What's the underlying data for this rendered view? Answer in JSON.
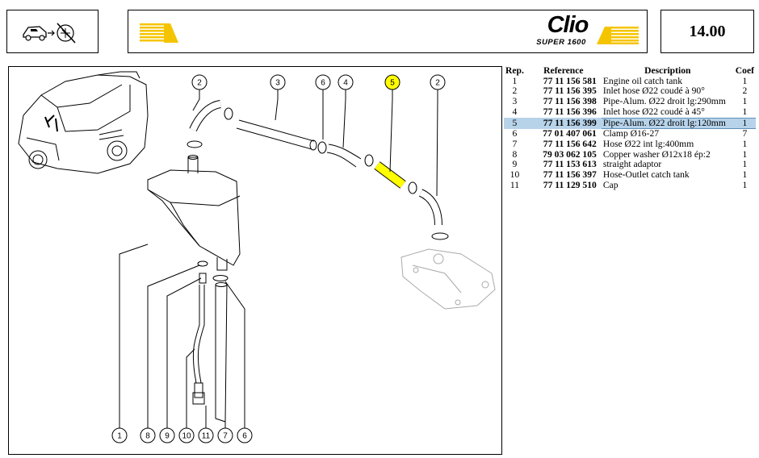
{
  "header": {
    "brand": "Clio",
    "model": "SUPER 1600",
    "section_number": "14.00"
  },
  "icons": {
    "header_icon": "car-engine-no-smoking-icon",
    "banner_stripes": "yellow-stripes-icon"
  },
  "colors": {
    "highlight_row": "#b7d3ea",
    "highlight_part": "#ffff00",
    "stripe_yellow": "#f5c400"
  },
  "table": {
    "columns": [
      "Rep.",
      "Reference",
      "Description",
      "Coef"
    ],
    "selected_rep": "5",
    "rows": [
      {
        "rep": "1",
        "ref": "77 11 156 581",
        "desc": "Engine oil catch tank",
        "coef": "1"
      },
      {
        "rep": "2",
        "ref": "77 11 156 395",
        "desc": "Inlet hose Ø22 coudé à 90°",
        "coef": "2"
      },
      {
        "rep": "3",
        "ref": "77 11 156 398",
        "desc": "Pipe-Alum. Ø22 droit lg:290mm",
        "coef": "1"
      },
      {
        "rep": "4",
        "ref": "77 11 156 396",
        "desc": "Inlet hose Ø22 coudé à 45°",
        "coef": "1"
      },
      {
        "rep": "5",
        "ref": "77 11 156 399",
        "desc": "Pipe-Alum. Ø22 droit lg:120mm",
        "coef": "1"
      },
      {
        "rep": "6",
        "ref": "77 01 407 061",
        "desc": "Clamp Ø16-27",
        "coef": "7"
      },
      {
        "rep": "7",
        "ref": "77 11 156 642",
        "desc": "Hose Ø22 int lg:400mm",
        "coef": "1"
      },
      {
        "rep": "8",
        "ref": "79 03 062 105",
        "desc": "Copper washer Ø12x18 ép:2",
        "coef": "1"
      },
      {
        "rep": "9",
        "ref": "77 11 153 613",
        "desc": "straight adaptor",
        "coef": "1"
      },
      {
        "rep": "10",
        "ref": "77 11 156 397",
        "desc": "Hose-Outlet catch tank",
        "coef": "1"
      },
      {
        "rep": "11",
        "ref": "77 11 129 510",
        "desc": "Cap",
        "coef": "1"
      }
    ]
  },
  "diagram": {
    "top_callouts": [
      "2",
      "3",
      "6",
      "4",
      "5",
      "2"
    ],
    "bottom_callouts": [
      "1",
      "8",
      "9",
      "10",
      "11",
      "7",
      "6"
    ]
  }
}
